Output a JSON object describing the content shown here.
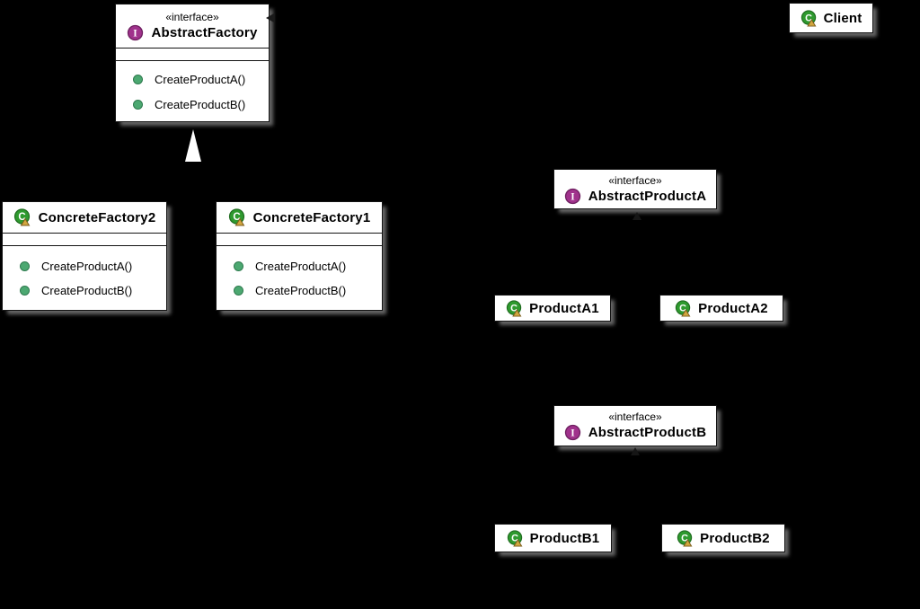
{
  "diagram": {
    "type": "uml-class-diagram",
    "pattern": "Abstract Factory",
    "background_color": "#000000"
  },
  "icons": {
    "class_letter": "C",
    "interface_letter": "I"
  },
  "colors": {
    "class_icon_fill": "#2F9A2F",
    "class_icon_border": "#1E6B1E",
    "class_icon_triangle_fill": "#D2A63F",
    "class_icon_triangle_border": "#7B5B1B",
    "interface_icon_fill": "#A0328C",
    "interface_icon_border": "#6E2060",
    "method_dot_fill": "#4CA871",
    "method_dot_border": "#2E7A4E",
    "box_fill": "#FFFFFF",
    "box_border": "#141414",
    "box_shadow": "#A5A5A5",
    "generalization_arrowhead": "#FFFFFF"
  },
  "classes": {
    "abstract_factory": {
      "stereotype": "«interface»",
      "name": "AbstractFactory",
      "methods": [
        "CreateProductA()",
        "CreateProductB()"
      ]
    },
    "client": {
      "name": "Client"
    },
    "concrete_factory_2": {
      "name": "ConcreteFactory2",
      "methods": [
        "CreateProductA()",
        "CreateProductB()"
      ]
    },
    "concrete_factory_1": {
      "name": "ConcreteFactory1",
      "methods": [
        "CreateProductA()",
        "CreateProductB()"
      ]
    },
    "abstract_product_a": {
      "stereotype": "«interface»",
      "name": "AbstractProductA"
    },
    "product_a1": {
      "name": "ProductA1"
    },
    "product_a2": {
      "name": "ProductA2"
    },
    "abstract_product_b": {
      "stereotype": "«interface»",
      "name": "AbstractProductB"
    },
    "product_b1": {
      "name": "ProductB1"
    },
    "product_b2": {
      "name": "ProductB2"
    }
  }
}
